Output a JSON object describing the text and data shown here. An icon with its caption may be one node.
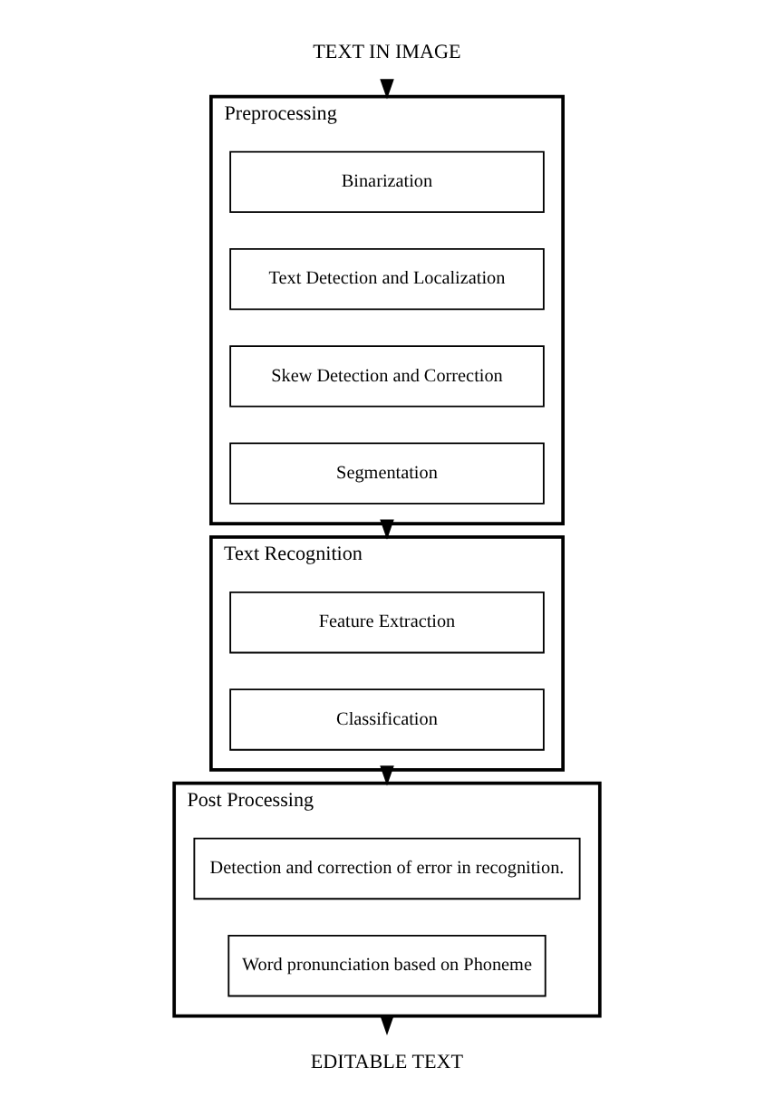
{
  "diagram": {
    "nodes": [
      {
        "text": [
          "TEXT IN IMAGE"
        ]
      },
      {
        "text": [
          "Preprocessing"
        ]
      },
      {
        "text": [
          "Binarization"
        ],
        "in": 1
      },
      {
        "text": [
          "Text Detection and Localization"
        ],
        "in": 1
      },
      {
        "text": [
          "Skew Detection and Correction"
        ],
        "in": 1
      },
      {
        "text": [
          "Segmentation"
        ],
        "in": 1
      },
      {
        "text": [
          "Text Recognition"
        ]
      },
      {
        "text": [
          "Feature Extraction"
        ],
        "in": 6
      },
      {
        "text": [
          "Classification"
        ],
        "in": 6
      },
      {
        "text": [
          "Post Processing"
        ]
      },
      {
        "text": [
          "Detection and correction of error in recognition."
        ],
        "in": 9
      },
      {
        "text": [
          "Word pronunciation based on Phoneme"
        ],
        "in": 9
      },
      {
        "text": [
          "EDITABLE TEXT"
        ]
      }
    ],
    "edges": [
      {
        "from": 0,
        "to": 1,
        "arrow": "to"
      },
      {
        "from": 1,
        "to": 6,
        "arrow": "to"
      },
      {
        "from": 6,
        "to": 9,
        "arrow": "to"
      },
      {
        "from": 9,
        "to": 12,
        "arrow": "to"
      }
    ]
  }
}
